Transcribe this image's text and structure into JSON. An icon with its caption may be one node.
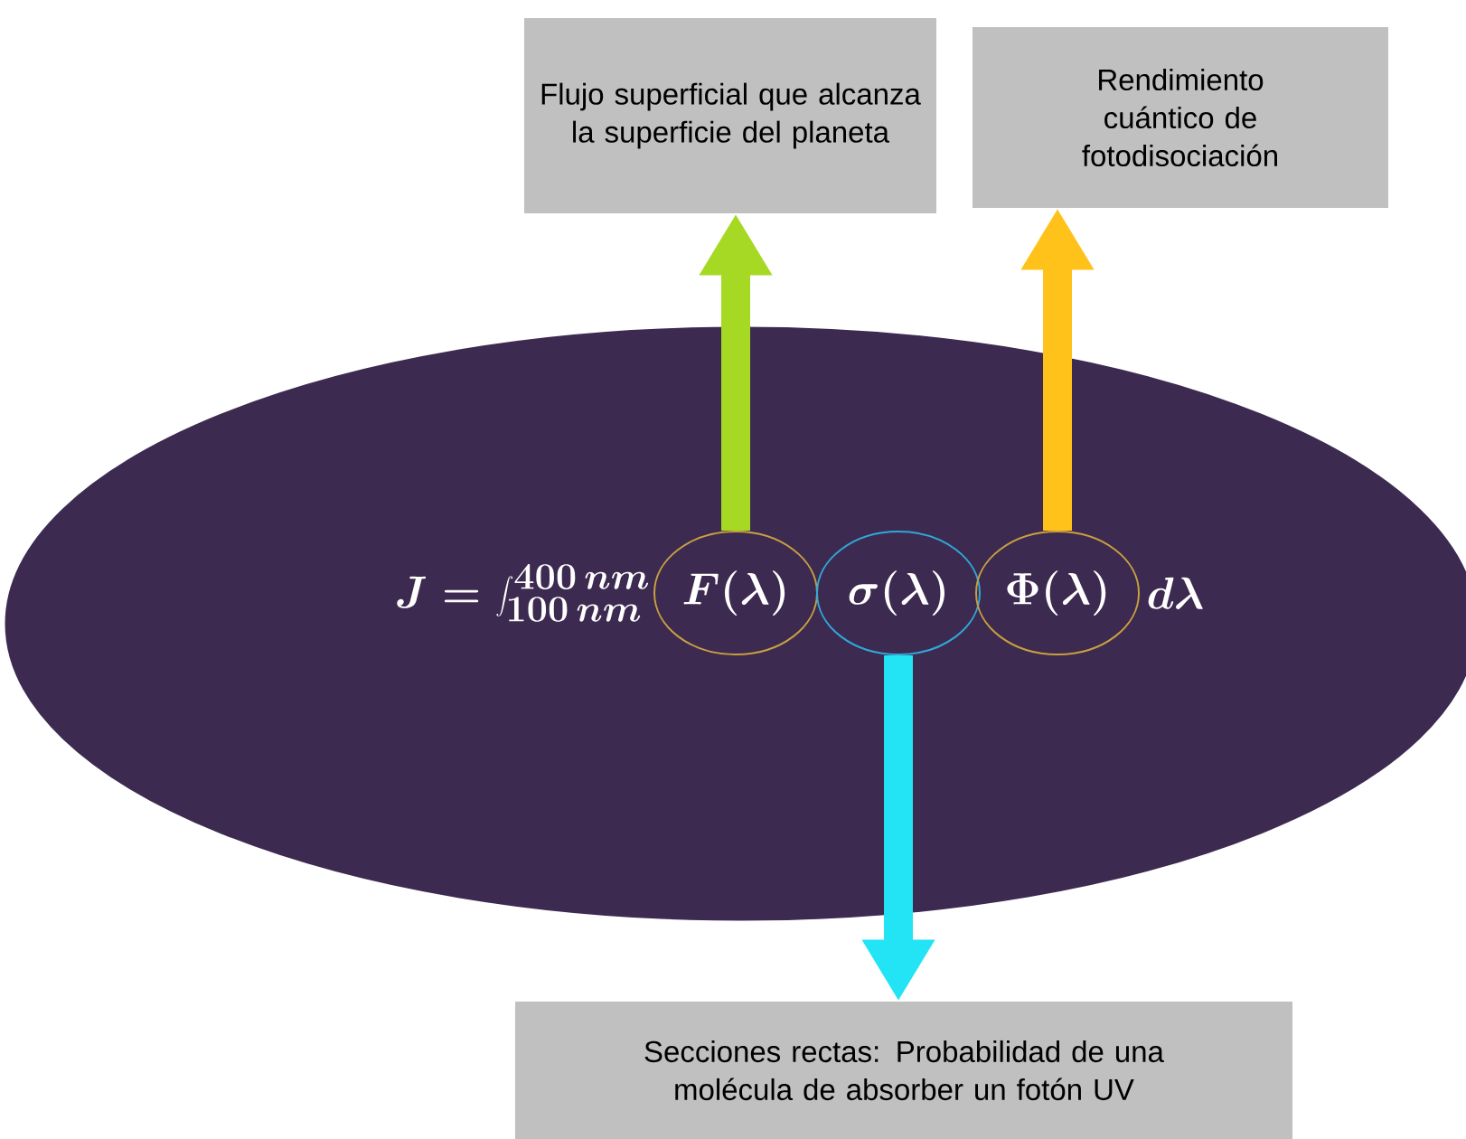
{
  "diagram": {
    "nodes": [
      {
        "text": [],
        "shape": "ellipse"
      },
      {
        "text": [
          "F(\\lambda)"
        ],
        "in": 0
      },
      {
        "text": [
          "\\sigma(\\lambda)"
        ],
        "in": 0
      },
      {
        "text": [
          "\\Phi(\\lambda)"
        ],
        "in": 0
      },
      {
        "text": [
          "Flujo superficial que alcanza la superficie del planeta"
        ]
      },
      {
        "text": [
          "Rendimiento cuántico de fotodisociación"
        ]
      },
      {
        "text": [
          "Secciones rectas: Probabilidad de una molécula de absorber un fotón UV"
        ]
      }
    ],
    "edges": [
      {
        "from": 1,
        "to": 4,
        "arrow": "to",
        "color": "#a6d924"
      },
      {
        "from": 3,
        "to": 5,
        "arrow": "to",
        "color": "#ffc21a"
      },
      {
        "from": 2,
        "to": 6,
        "arrow": "to",
        "color": "#22e4f4"
      }
    ],
    "labels": [
      "J = \\int_{100\\,nm}^{400\\,nm}",
      "d\\lambda"
    ]
  }
}
